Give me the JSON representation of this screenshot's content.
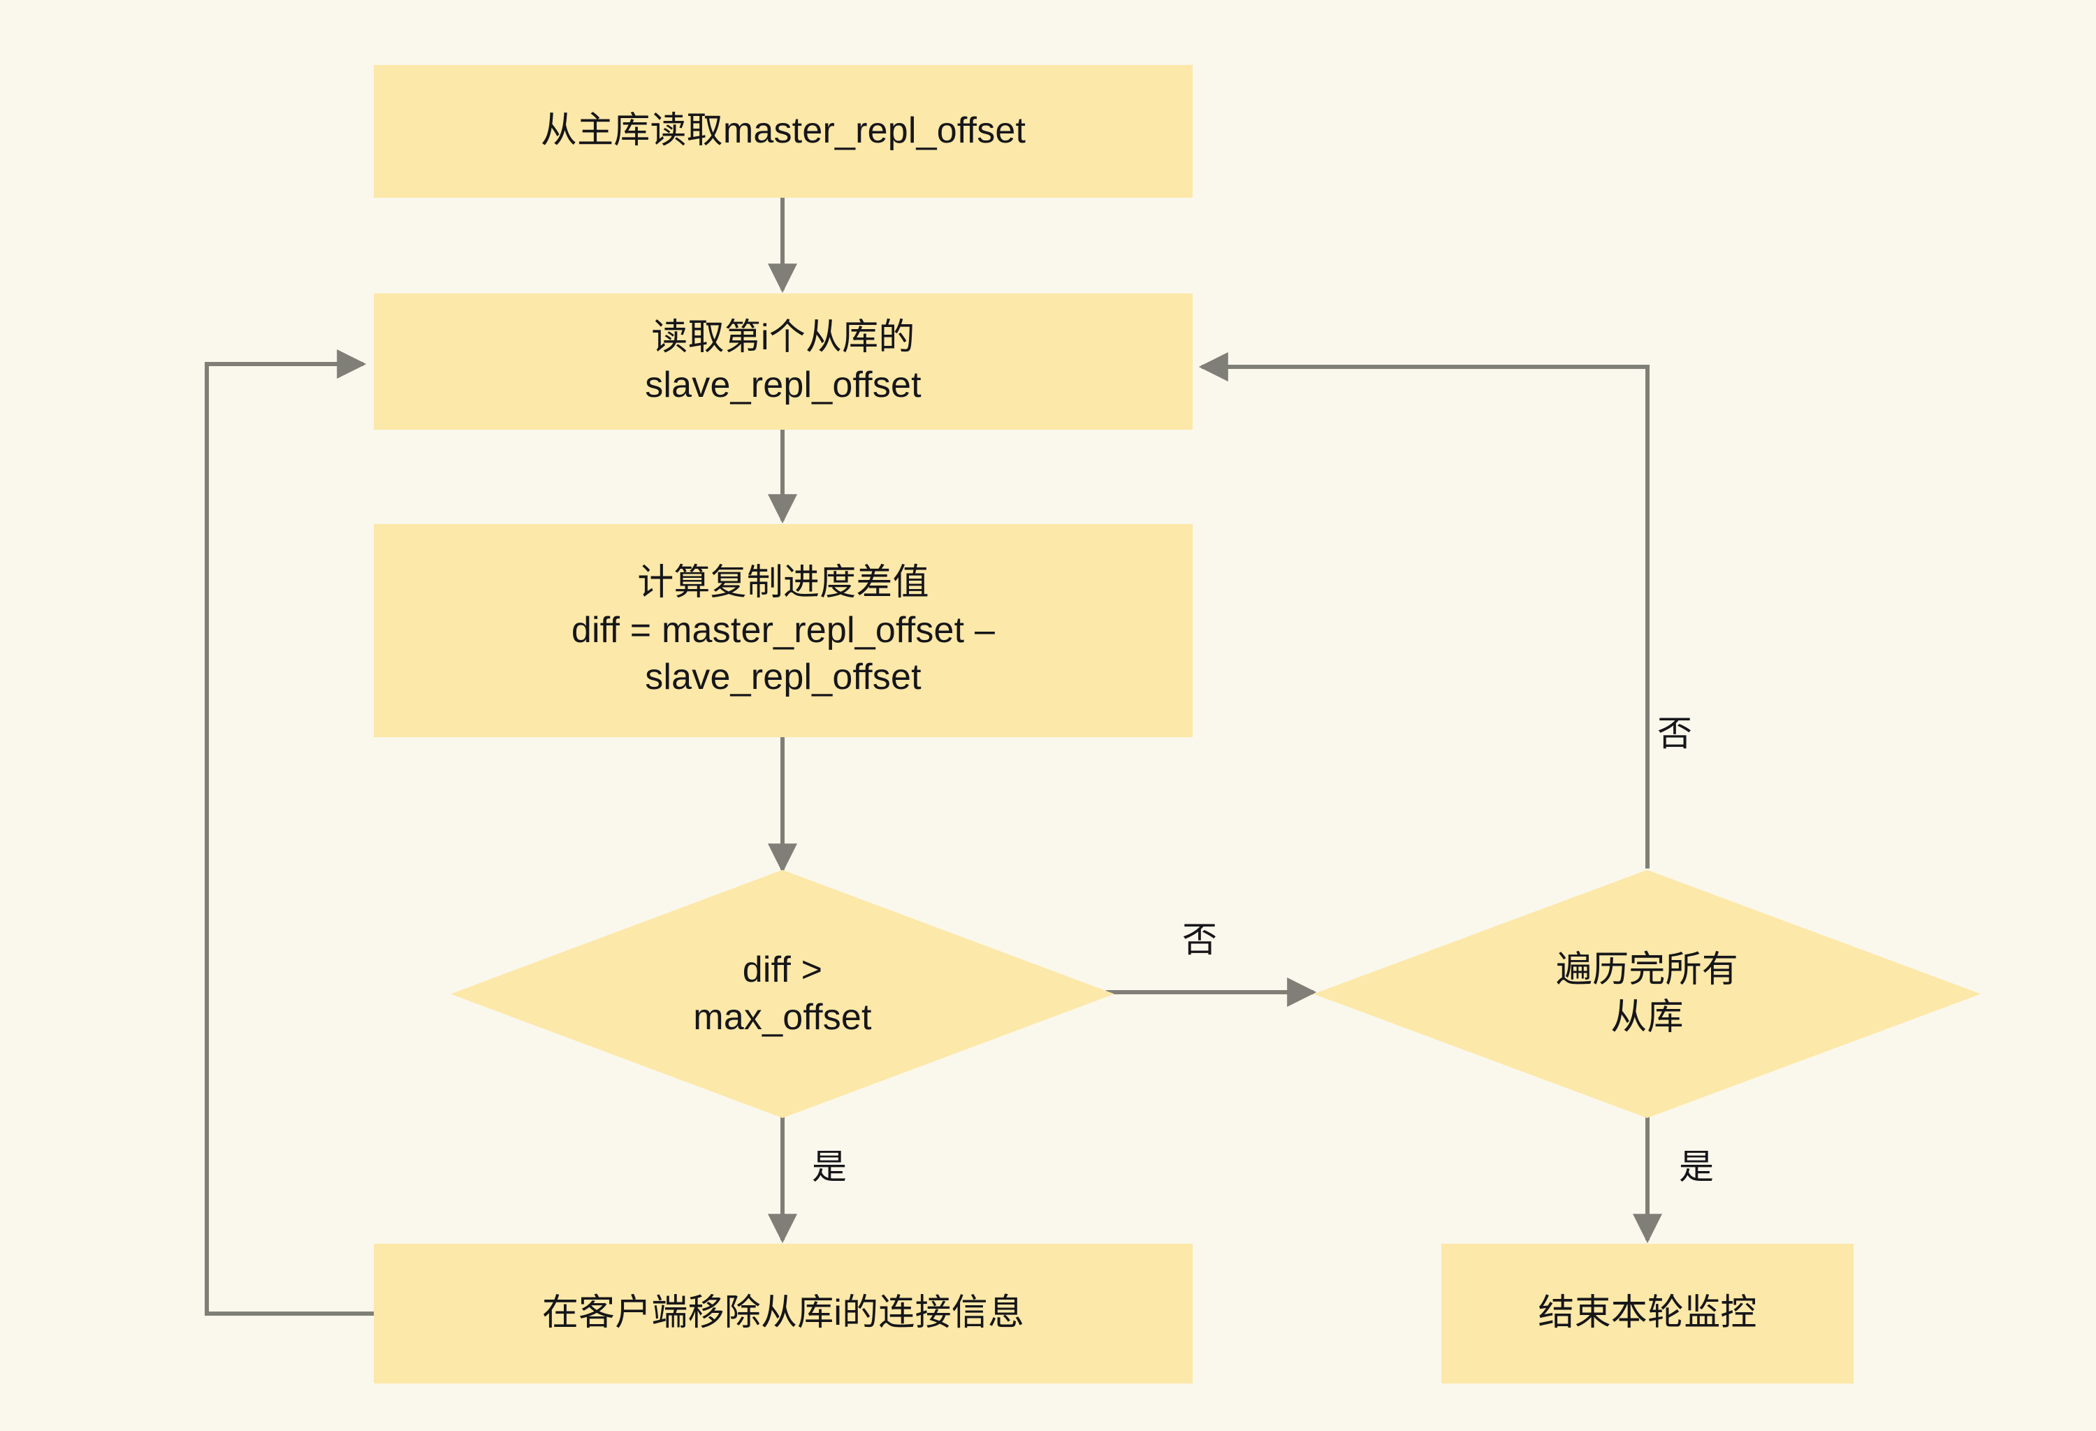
{
  "diagram": {
    "type": "flowchart",
    "background_color": "#faf8ec",
    "node_fill_color": "#fce8a8",
    "edge_color": "#7f7f78",
    "text_color": "#16161a",
    "nodes": [
      {
        "id": "read-master-offset",
        "shape": "rect",
        "text": "从主库读取master_repl_offset"
      },
      {
        "id": "read-slave-offset",
        "shape": "rect",
        "text": "读取第i个从库的\nslave_repl_offset"
      },
      {
        "id": "compute-diff",
        "shape": "rect",
        "text": "计算复制进度差值\ndiff = master_repl_offset –\nslave_repl_offset"
      },
      {
        "id": "diff-gt-max",
        "shape": "diamond",
        "text": "diff >\nmax_offset"
      },
      {
        "id": "all-slaves-done",
        "shape": "diamond",
        "text": "遍历完所有\n从库"
      },
      {
        "id": "remove-slave-conn",
        "shape": "rect",
        "text": "在客户端移除从库i的连接信息"
      },
      {
        "id": "end-round",
        "shape": "rect",
        "text": "结束本轮监控"
      }
    ],
    "edge_labels": {
      "diff_yes": "是",
      "diff_no": "否",
      "traverse_yes": "是",
      "traverse_no": "否"
    }
  }
}
